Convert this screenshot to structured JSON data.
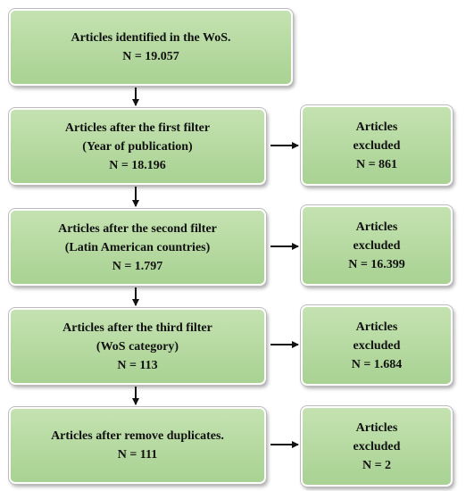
{
  "steps": [
    {
      "lines": [
        "Articles identified in the WoS.",
        "N = 19.057"
      ]
    },
    {
      "lines": [
        "Articles after the first filter",
        "(Year of publication)",
        "N = 18.196"
      ]
    },
    {
      "lines": [
        "Articles after the second filter",
        "(Latin American countries)",
        "N = 1.797"
      ]
    },
    {
      "lines": [
        "Articles after the third filter",
        "(WoS category)",
        "N = 113"
      ]
    },
    {
      "lines": [
        "Articles after remove duplicates.",
        "N = 111"
      ]
    }
  ],
  "excluded": [
    {
      "lines": [
        "Articles",
        "excluded",
        "N = 861"
      ]
    },
    {
      "lines": [
        "Articles",
        "excluded",
        "N = 16.399"
      ]
    },
    {
      "lines": [
        "Articles",
        "excluded",
        "N = 1.684"
      ]
    },
    {
      "lines": [
        "Articles",
        "excluded",
        "N = 2"
      ]
    }
  ]
}
